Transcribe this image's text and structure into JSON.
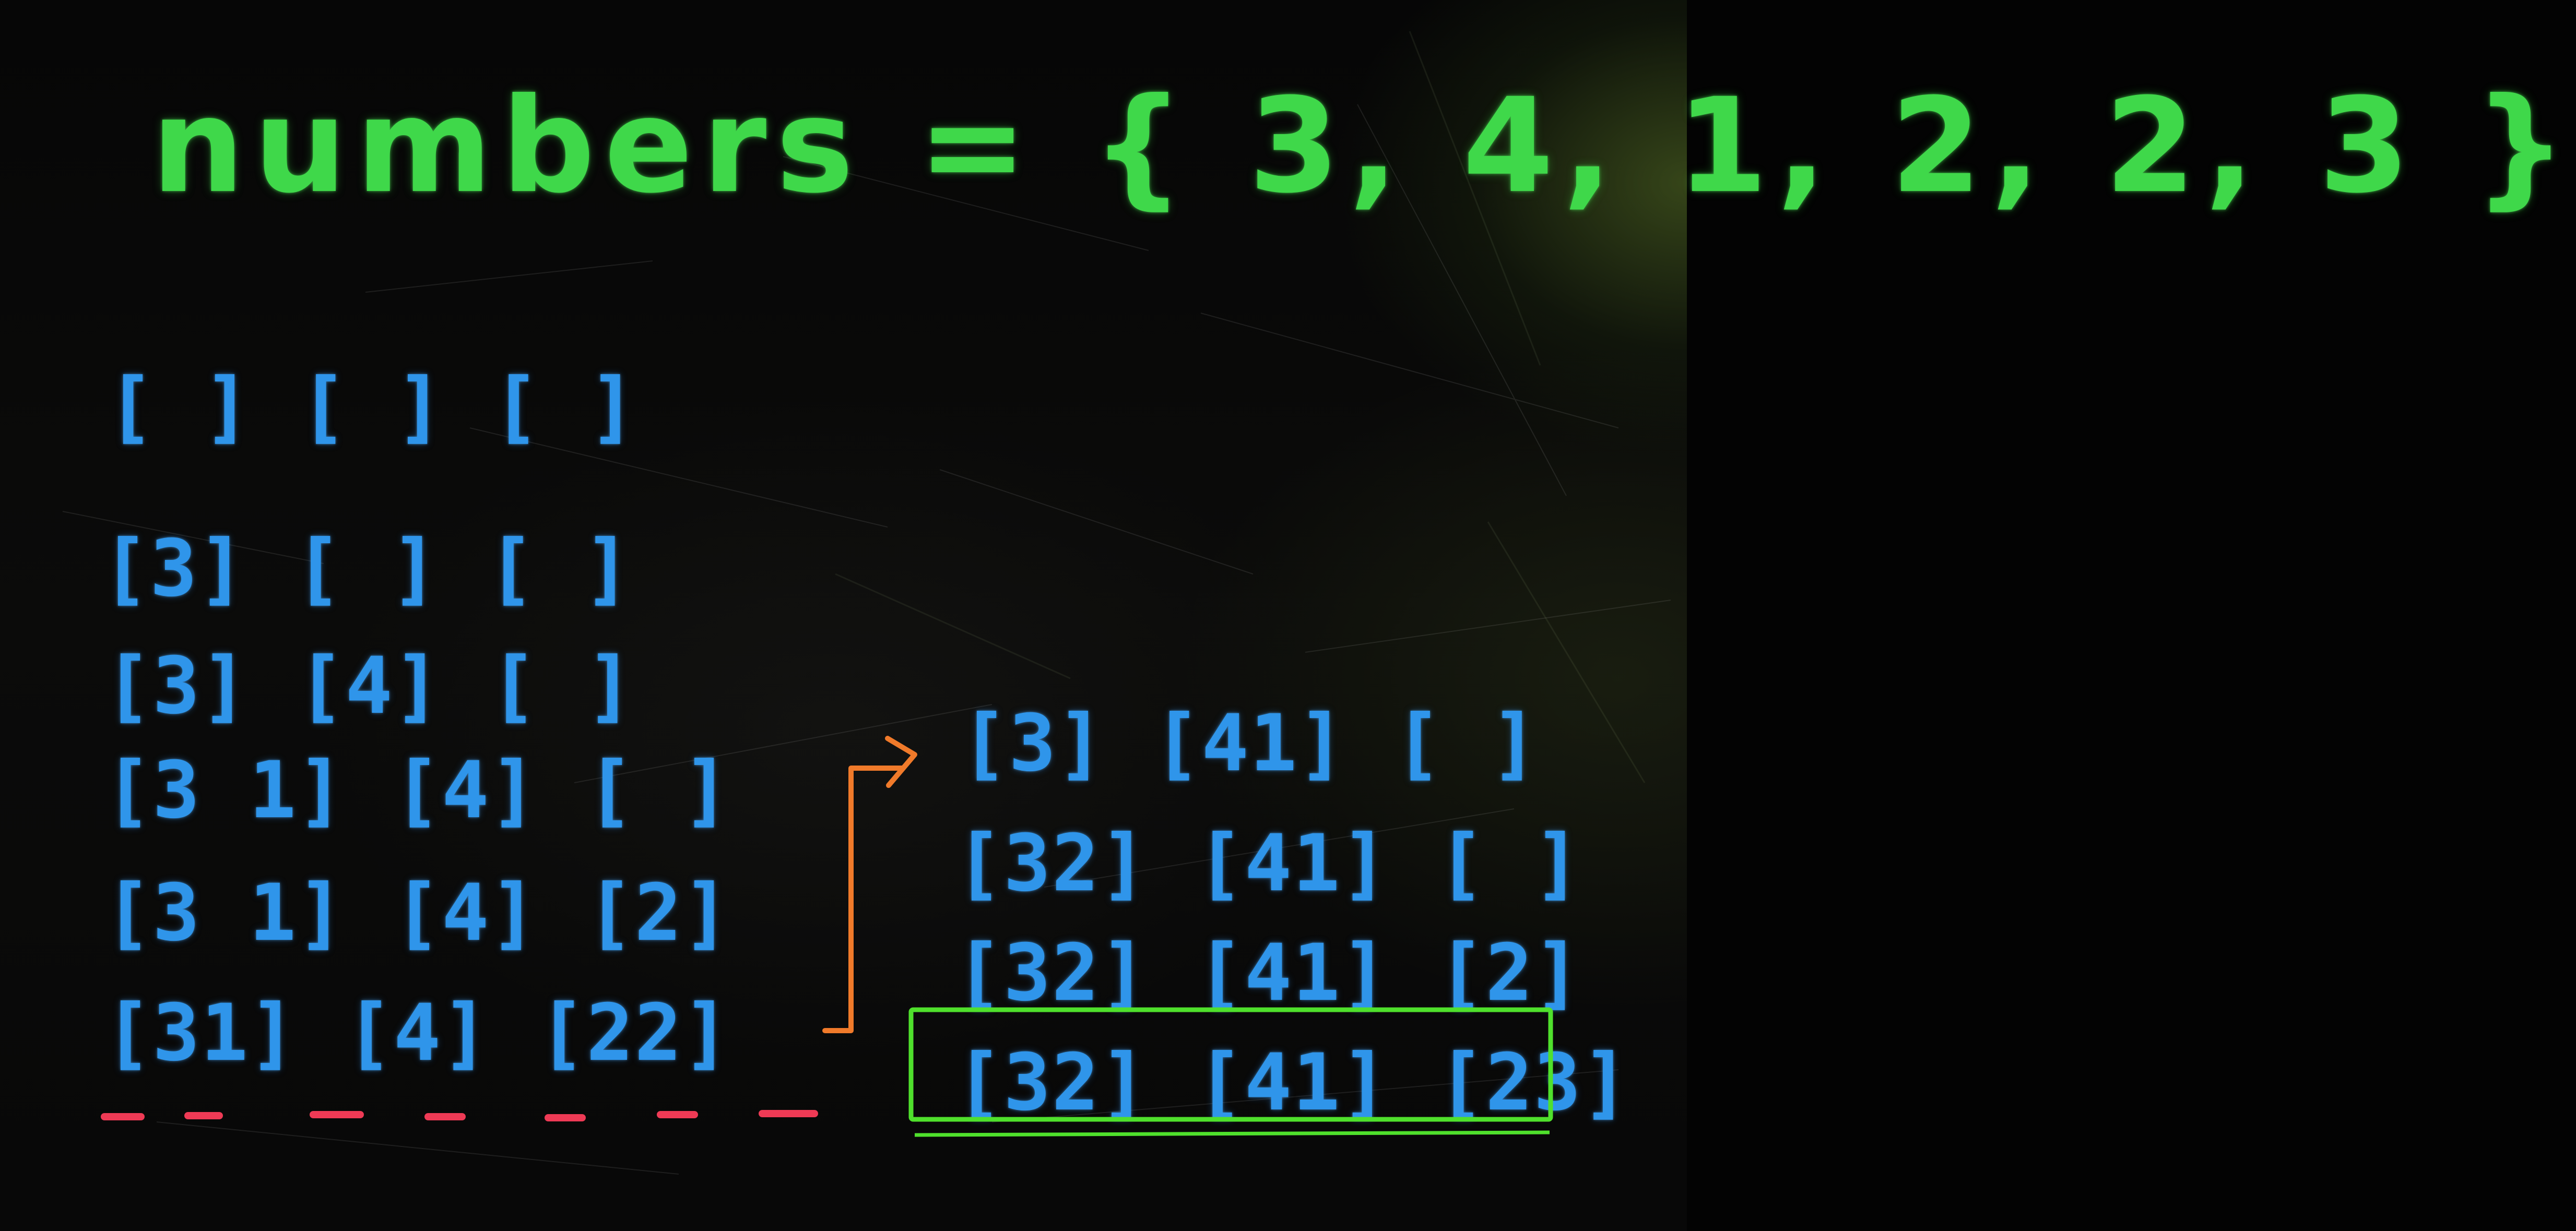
{
  "title_line": "numbers = { 3, 4, 1, 2, 2, 3 }",
  "left_rows": [
    "[ ] [  ] [ ]",
    "[3] [  ] [ ]",
    "[3] [4] [ ]",
    "[3 1] [4] [ ]",
    "[3 1] [4] [2]",
    "[31] [4] [22]"
  ],
  "right_rows": [
    "[3] [41] [ ]",
    "[32] [41] [ ]",
    "[32] [41] [2]",
    "[32] [41] [23]"
  ],
  "colors": {
    "board": "#030303",
    "title_chalk": "#3fd84a",
    "row_chalk": "#2f95ea",
    "arrow": "#f07a2a",
    "dash_marks": "#ee3a55",
    "result_box": "#4fe02c"
  },
  "icons": [
    "orange-arrow-icon"
  ]
}
